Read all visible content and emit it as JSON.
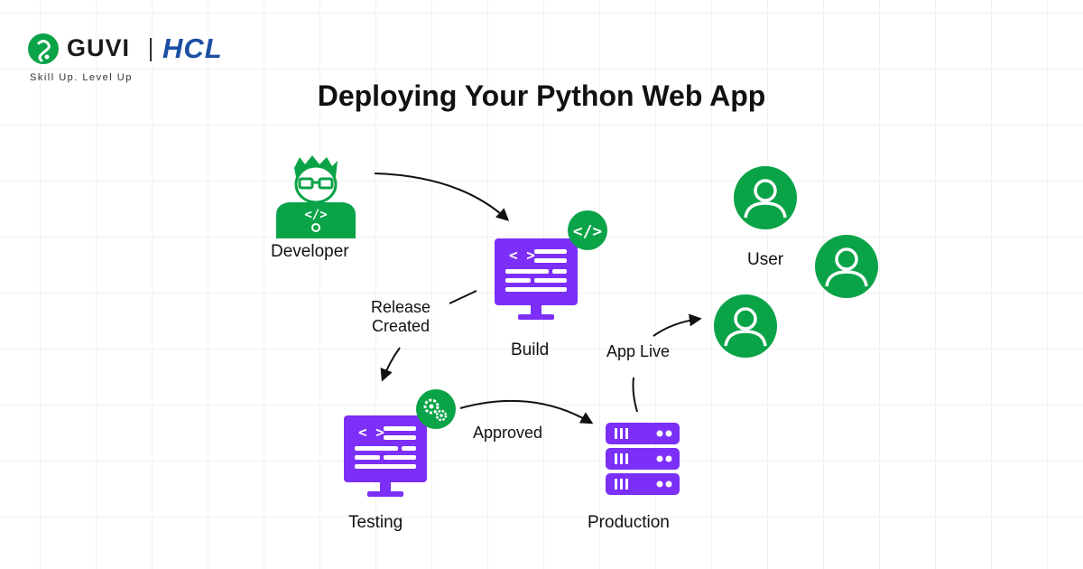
{
  "brand": {
    "name": "GUVI",
    "partner": "HCL",
    "tagline": "Skill Up. Level Up"
  },
  "title": "Deploying Your Python Web App",
  "nodes": {
    "developer": "Developer",
    "build": "Build",
    "testing": "Testing",
    "production": "Production",
    "user": "User"
  },
  "edges": {
    "release_created": "Release\nCreated",
    "approved": "Approved",
    "app_live": "App Live"
  },
  "colors": {
    "green": "#0aa347",
    "purple": "#7b2ff7",
    "brand_blue": "#1b4fa3"
  },
  "icons": [
    "developer-icon",
    "monitor-icon",
    "code-badge-icon",
    "gears-badge-icon",
    "server-icon",
    "user-icon"
  ]
}
